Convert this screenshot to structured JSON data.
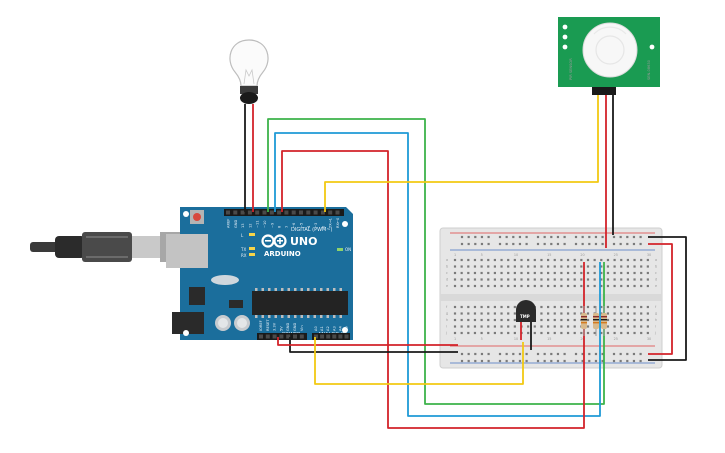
{
  "arduino": {
    "brand": "ARDUINO",
    "model": "UNO",
    "digital_header": "DIGITAL (PWM~)",
    "power_header": "POWER",
    "analog_header": "ANALOG IN",
    "led_l": "L",
    "led_tx": "TX",
    "led_rx": "RX",
    "led_on": "ON",
    "digital_pins": [
      "AREF",
      "GND",
      "13",
      "12",
      "~11",
      "~10",
      "~9",
      "8",
      "7",
      "~6",
      "~5",
      "4",
      "~3",
      "2",
      "TX→1",
      "RX←0"
    ],
    "power_pins": [
      "IOREF",
      "RESET",
      "3.3V",
      "5V",
      "GND",
      "GND",
      "Vin"
    ],
    "analog_pins": [
      "A0",
      "A1",
      "A2",
      "A3",
      "A4",
      "A5"
    ]
  },
  "sensors": {
    "temp_label": "TMP",
    "pir_label_left": "PIR SENSOR",
    "pir_label_right": "SEN-08630"
  },
  "breadboard": {
    "columns": [
      "1",
      "5",
      "10",
      "15",
      "20",
      "25",
      "30"
    ],
    "rows": [
      "a",
      "b",
      "c",
      "d",
      "e",
      "f",
      "g",
      "h",
      "i",
      "j"
    ]
  },
  "wire_colors": {
    "red": "#d3232a",
    "black": "#1a1a1a",
    "green": "#3db34a",
    "blue": "#1f9ad6",
    "yellow": "#f2c913"
  }
}
